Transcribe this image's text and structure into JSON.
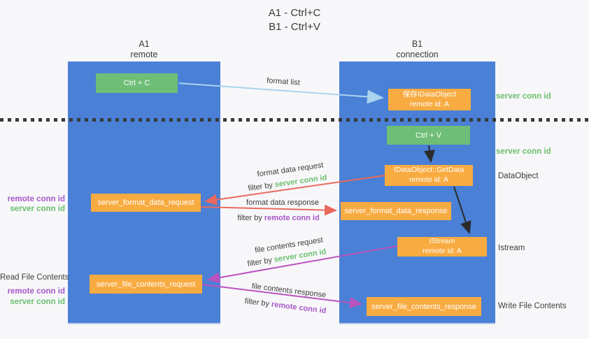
{
  "title": {
    "line1": "A1 - Ctrl+C",
    "line2": "B1 - Ctrl+V"
  },
  "lanes": {
    "a1": {
      "name": "A1",
      "subtitle": "remote"
    },
    "b1": {
      "name": "B1",
      "subtitle": "connection"
    }
  },
  "nodes": {
    "ctrl_c": {
      "label": "Ctrl + C"
    },
    "ctrl_v": {
      "label": "Ctrl + V"
    },
    "save_dataobject": {
      "line1": "保存IDataObject",
      "line2": "remote id: A"
    },
    "getdata": {
      "line1": "IDataObject::GetData",
      "line2": "remote id: A"
    },
    "istream": {
      "line1": "IStream",
      "line2": "remote id: A"
    },
    "format_request": {
      "label": "server_format_data_request"
    },
    "format_response": {
      "label": "server_format_data_response"
    },
    "file_request": {
      "label": "server_file_contents_request"
    },
    "file_response": {
      "label": "server_file_contents_response"
    }
  },
  "arrow_labels": {
    "format_list": "format list",
    "format_data_request": "format data request",
    "format_data_response": "format data response",
    "file_contents_request": "file contents request",
    "file_contents_response": "file contents response",
    "filter_by": "filter by",
    "server_conn_id": "server conn id",
    "remote_conn_id": "remote conn id"
  },
  "side_labels": {
    "right_server_conn_top": "server conn id",
    "right_server_conn_mid": "server conn id",
    "right_dataobject": "DataObject",
    "right_istream": "Istream",
    "right_write_file": "Write File Contents",
    "left_remote_conn_top": "remote conn id",
    "left_server_conn_top": "server conn id",
    "left_read_file": "Read File Contents",
    "left_remote_conn_bottom": "remote conn id",
    "left_server_conn_bottom": "server conn id"
  },
  "colors": {
    "lane_blue": "#4a80d6",
    "box_green": "#6fbe77",
    "box_orange": "#f8ab41",
    "arrow_lightblue": "#a9d3ee",
    "arrow_red": "#e8695e",
    "arrow_magenta": "#bb53be",
    "arrow_black": "#2b2b2b",
    "text_green": "#6cbf6e",
    "text_purple": "#a757c8"
  }
}
